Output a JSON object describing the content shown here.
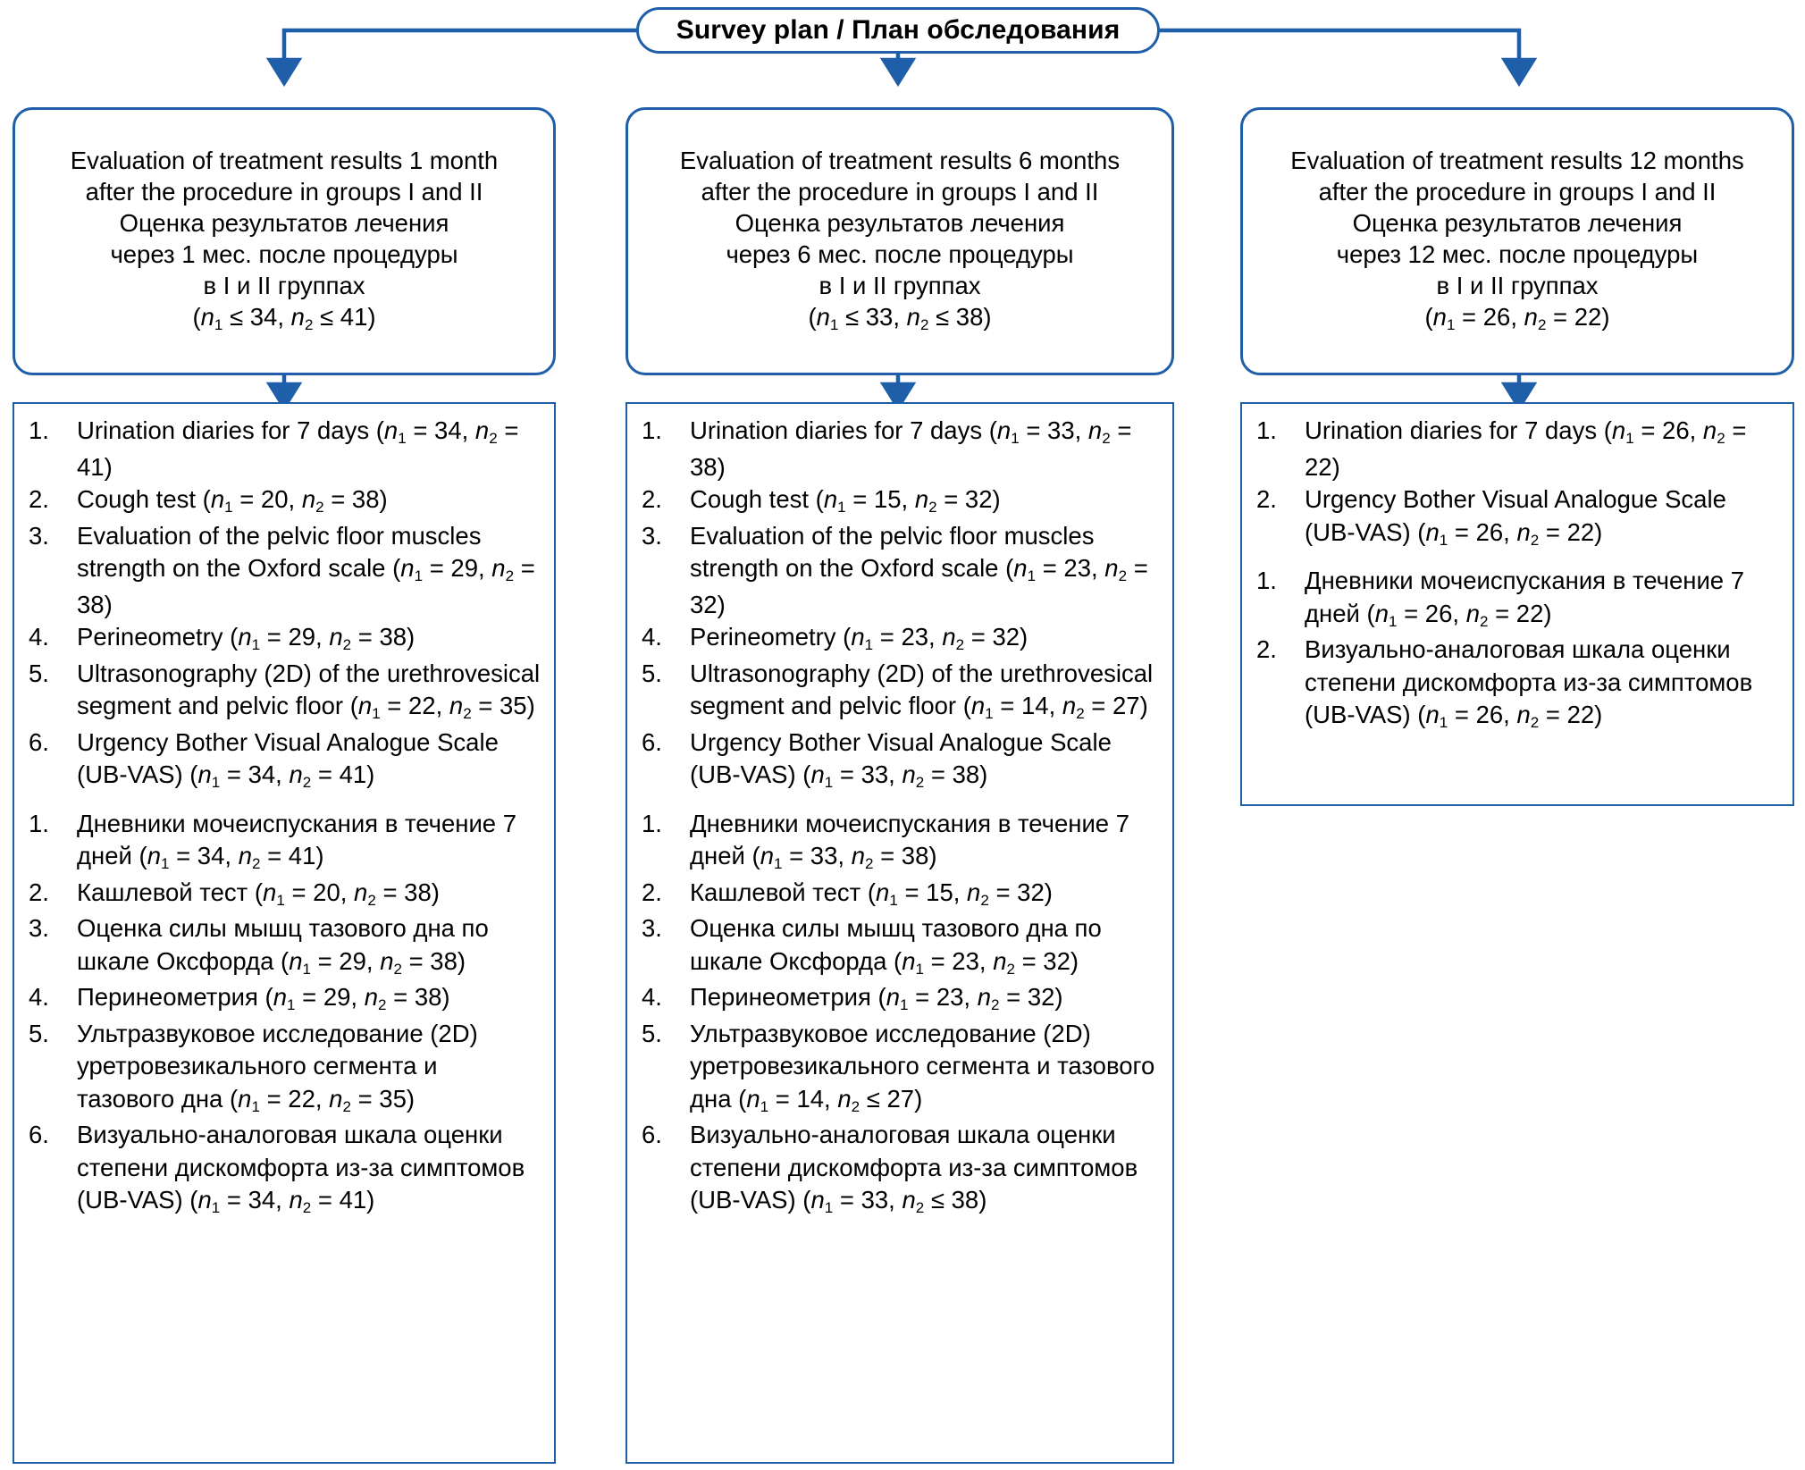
{
  "diagram": {
    "title": "Survey plan / План обследования",
    "accent_color": "#1f5fa9",
    "background_color": "#ffffff",
    "text_color": "#000000"
  },
  "columns": [
    {
      "header": {
        "lines": [
          "Evaluation of treatment results 1 month",
          "after the procedure in groups I and II",
          "Оценка результатов лечения",
          "через 1 мес. после процедуры",
          "в I и II группах",
          "(n1 ≤ 34, n2 ≤ 41)"
        ]
      },
      "items_en": [
        "Urination diaries for 7 days (n1 = 34, n2 = 41)",
        "Cough test (n1 = 20, n2 = 38)",
        "Evaluation of the pelvic floor muscles strength on the Oxford scale (n1 = 29, n2 = 38)",
        "Perineometry (n1 = 29, n2 = 38)",
        "Ultrasonography (2D) of the urethrovesical segment and pelvic floor (n1 = 22, n2 = 35)",
        "Urgency Bother Visual Analogue Scale (UB-VAS) (n1 = 34, n2 = 41)"
      ],
      "items_ru": [
        "Дневники мочеиспускания в течение 7 дней (n1 = 34, n2 = 41)",
        "Кашлевой тест (n1 = 20, n2 = 38)",
        "Оценка силы мышц тазового дна по шкале Оксфорда (n1 = 29, n2 = 38)",
        "Перинеометрия (n1 = 29, n2 = 38)",
        "Ультразвуковое исследование (2D) уретровезикального сегмента и тазового дна (n1 = 22, n2 = 35)",
        "Визуально-аналоговая шкала оценки степени дискомфорта из-за симптомов (UB-VAS) (n1 = 34, n2 = 41)"
      ]
    },
    {
      "header": {
        "lines": [
          "Evaluation of treatment results 6 months",
          "after the procedure in groups I and II",
          "Оценка результатов лечения",
          "через 6 мес. после процедуры",
          "в I и II группах",
          "(n1 ≤ 33, n2 ≤ 38)"
        ]
      },
      "items_en": [
        "Urination diaries for 7 days (n1 = 33, n2 = 38)",
        "Cough test (n1 = 15, n2 = 32)",
        "Evaluation of the pelvic floor muscles strength on the Oxford scale (n1 = 23, n2 = 32)",
        "Perineometry (n1 = 23, n2 = 32)",
        "Ultrasonography (2D) of the urethrovesical segment and pelvic floor (n1 = 14, n2 = 27)",
        "Urgency Bother Visual Analogue Scale (UB-VAS) (n1 = 33, n2 = 38)"
      ],
      "items_ru": [
        "Дневники мочеиспускания в течение 7 дней (n1 = 33, n2 = 38)",
        "Кашлевой тест (n1 = 15, n2 = 32)",
        "Оценка силы мышц тазового дна по шкале Оксфорда (n1 = 23, n2 = 32)",
        "Перинеометрия (n1 = 23, n2 = 32)",
        "Ультразвуковое исследование (2D) уретровезикального сегмента и тазового дна (n1 = 14, n2 ≤ 27)",
        "Визуально-аналоговая шкала оценки степени дискомфорта из-за симптомов (UB-VAS) (n1 = 33, n2 ≤ 38)"
      ]
    },
    {
      "header": {
        "lines": [
          "Evaluation of treatment results 12 months",
          "after the procedure in groups I and II",
          "Оценка результатов лечения",
          "через 12 мес. после процедуры",
          "в I и II группах",
          "(n1 = 26, n2 = 22)"
        ]
      },
      "items_en": [
        "Urination diaries for 7 days (n1 = 26, n2 = 22)",
        "Urgency Bother Visual  Analogue Scale (UB-VAS) (n1 = 26, n2 = 22)"
      ],
      "items_ru": [
        "Дневники мочеиспускания в течение 7 дней (n1 = 26, n2 = 22)",
        "Визуально-аналоговая шкала оценки степени дискомфорта из-за симптомов (UB-VAS) (n1 = 26, n2 = 22)"
      ]
    }
  ]
}
